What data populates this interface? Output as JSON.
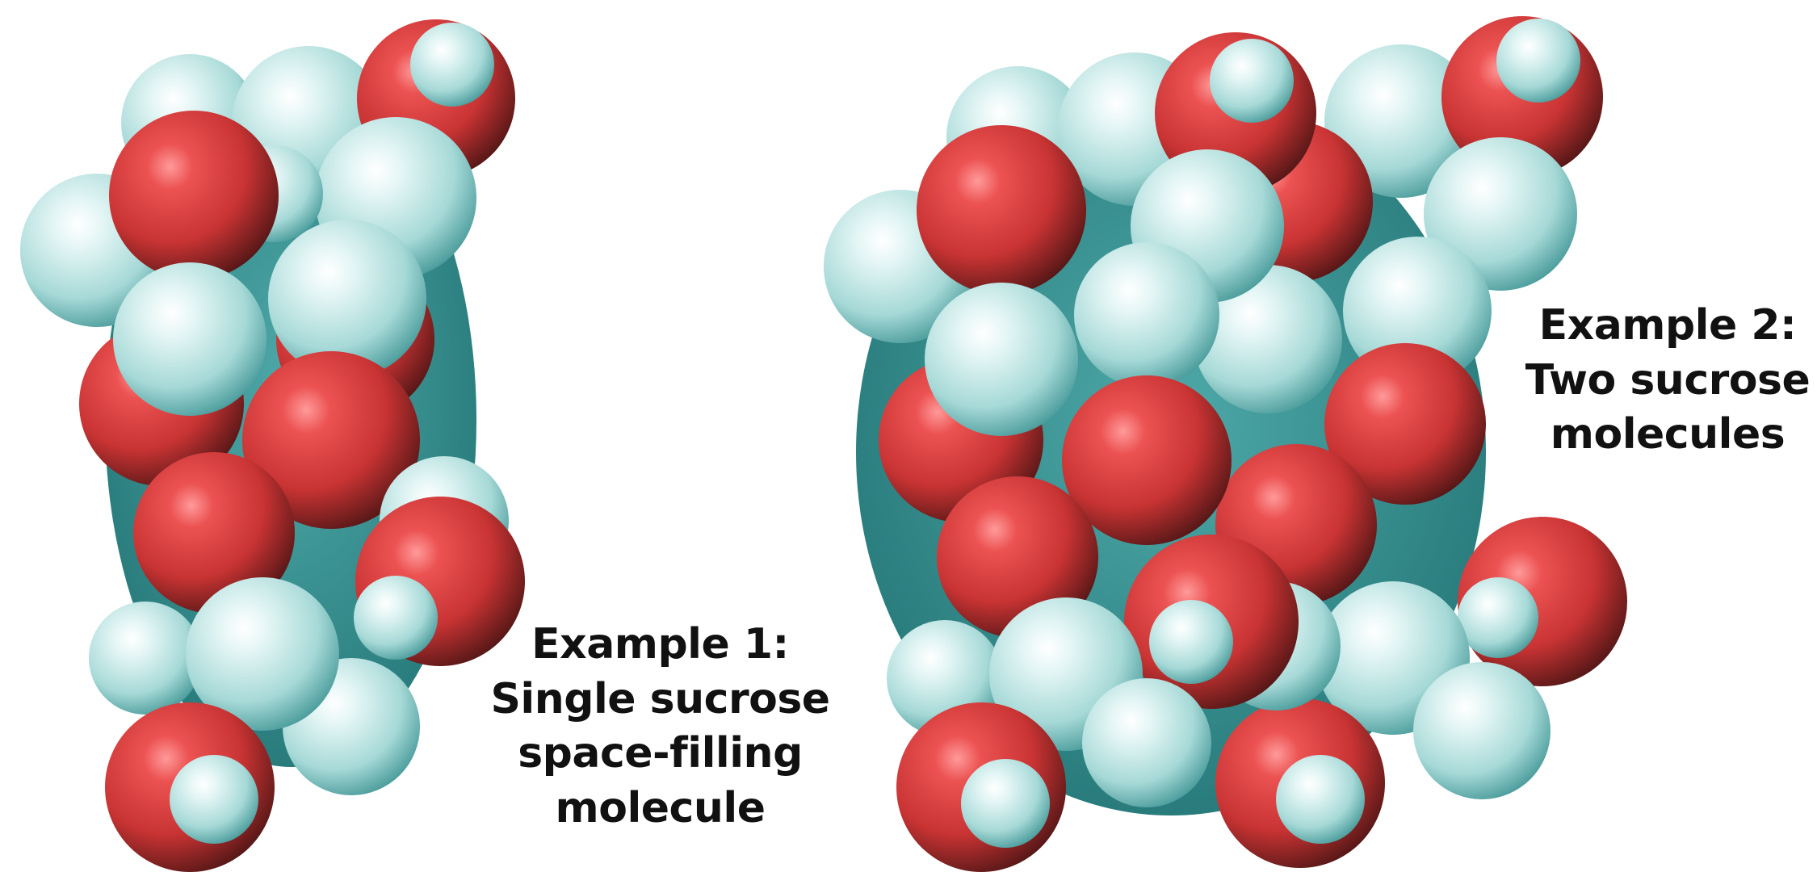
{
  "example_1": {
    "line_1": "Example 1:",
    "line_2": "Single sucrose",
    "line_3": "space-filling",
    "line_4": "molecule"
  },
  "example_2": {
    "line_1": "Example 2:",
    "line_2": "Two sucrose",
    "line_3": "molecules"
  },
  "colors": {
    "oxygen": "#d63a3a",
    "carbon_hydrogen": "#c9ebea",
    "shadow": "#2f8e8e",
    "background": "#ffffff"
  }
}
